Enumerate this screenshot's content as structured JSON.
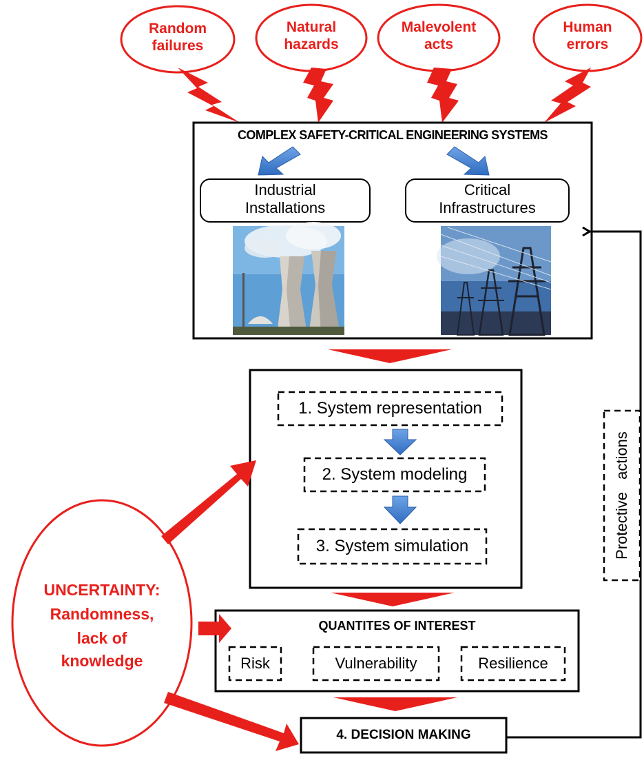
{
  "threats": [
    "Random\nfailures",
    "Natural\nhazards",
    "Malevolent\nacts",
    "Human\nerrors"
  ],
  "systems_box": {
    "title": "COMPLEX SAFETY-CRITICAL ENGINEERING SYSTEMS",
    "left_label": "Industrial\nInstallations",
    "right_label": "Critical\nInfrastructures"
  },
  "process_steps": [
    "1. System representation",
    "2. System modeling",
    "3. System simulation"
  ],
  "quantities": {
    "title": "QUANTITES OF INTEREST",
    "items": [
      "Risk",
      "Vulnerability",
      "Resilience"
    ]
  },
  "decision": "4. DECISION MAKING",
  "uncertainty": {
    "line1": "UNCERTAINTY:",
    "line2": "Randomness,",
    "line3": "lack of",
    "line4": "knowledge"
  },
  "feedback_label": "Protective  actions",
  "colors": {
    "accent_red": "#e8201c",
    "blue_arrow": "#3b78c8",
    "border": "#000000"
  }
}
